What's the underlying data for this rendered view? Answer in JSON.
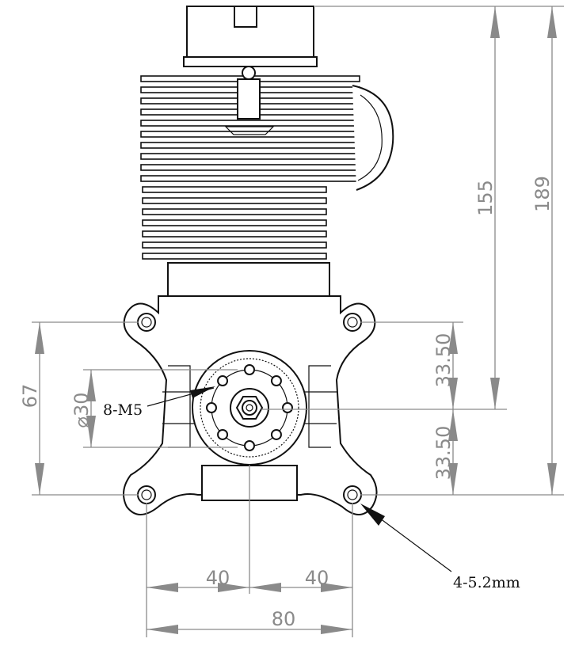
{
  "drawing": {
    "dimensions": {
      "height_to_crank": "155",
      "overall_height": "189",
      "mount_upper_half": "33.50",
      "mount_lower_half": "33.50",
      "mount_vertical_spacing": "67",
      "bolt_circle_diameter": "⌀30",
      "left_half_width": "40",
      "right_half_width": "40",
      "mount_horizontal_spacing": "80"
    },
    "notes": {
      "flywheel_threads": "8-M5",
      "mount_holes": "4-5.2mm"
    },
    "colors": {
      "dimension": "#8a8a8a",
      "outline": "#111111"
    }
  }
}
